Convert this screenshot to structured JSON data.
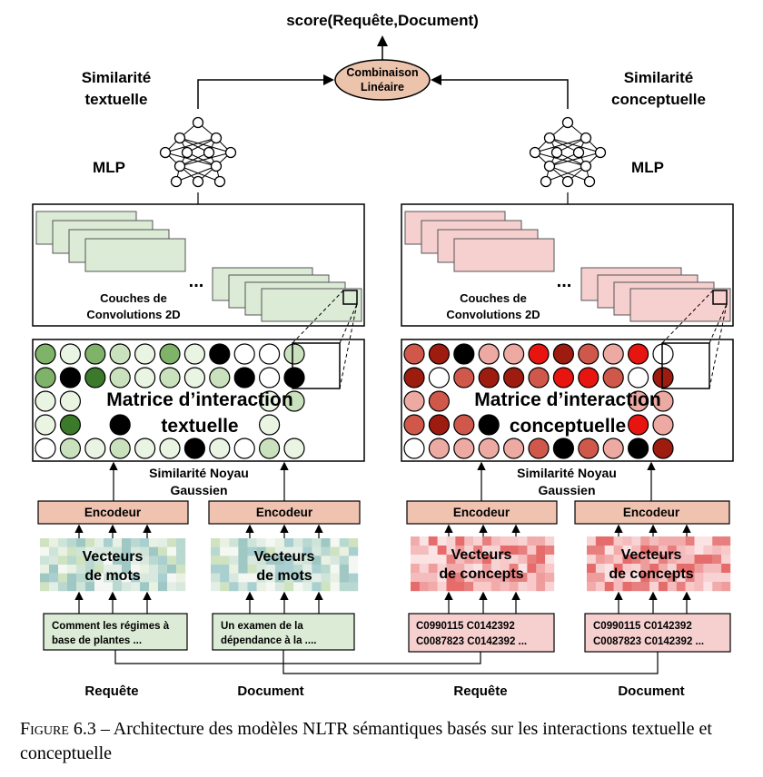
{
  "title": "score(Requête,Document)",
  "combination_label": [
    "Combinaison",
    "Linéaire"
  ],
  "left": {
    "similarity_title": [
      "Similarité",
      "textuelle"
    ],
    "mlp_label": "MLP",
    "conv_label": [
      "Couches de",
      "Convolutions 2D"
    ],
    "conv_dots": "...",
    "matrix_label": [
      "Matrice d’interaction",
      "textuelle"
    ],
    "kernel_label": [
      "Similarité Noyau",
      "Gaussien"
    ],
    "encoder_label": "Encodeur",
    "vectors_label": [
      "Vecteurs",
      "de mots"
    ],
    "query_text": [
      "Comment les régimes à",
      "base de plantes ..."
    ],
    "doc_text": [
      "Un examen de la",
      "dépendance à la ...."
    ],
    "query_label": "Requête",
    "doc_label": "Document",
    "theme": {
      "fill": "#dcebd6",
      "stroke": "#9bbd8e",
      "dark": "#3a7a2a",
      "mid": "#7fb36a",
      "light": "#c9e2bd",
      "pale": "#e9f4e3"
    }
  },
  "right": {
    "similarity_title": [
      "Similarité",
      "conceptuelle"
    ],
    "mlp_label": "MLP",
    "conv_label": [
      "Couches de",
      "Convolutions 2D"
    ],
    "conv_dots": "...",
    "matrix_label": [
      "Matrice d’interaction",
      "conceptuelle"
    ],
    "kernel_label": [
      "Similarité Noyau",
      "Gaussien"
    ],
    "encoder_label": "Encodeur",
    "vectors_label": [
      "Vecteurs",
      "de concepts"
    ],
    "query_text": [
      "C0990115 C0142392",
      "C0087823 C0142392 ..."
    ],
    "doc_text": [
      "C0990115 C0142392",
      "C0087823 C0142392 ..."
    ],
    "query_label": "Requête",
    "doc_label": "Document",
    "theme": {
      "fill": "#f6cfcf",
      "stroke": "#d99a9a",
      "dark": "#9e1b10",
      "mid": "#d0584a",
      "light": "#ecaaa2",
      "pale": "#f5d2ce"
    }
  },
  "encoder_color": "#efc3b0",
  "combination_color": "#ecc3ab",
  "caption": {
    "prefix": "Figure 6.3",
    "text": " – Architecture des modèles NLTR sémantiques basés sur les interactions textuelle et conceptuelle"
  }
}
